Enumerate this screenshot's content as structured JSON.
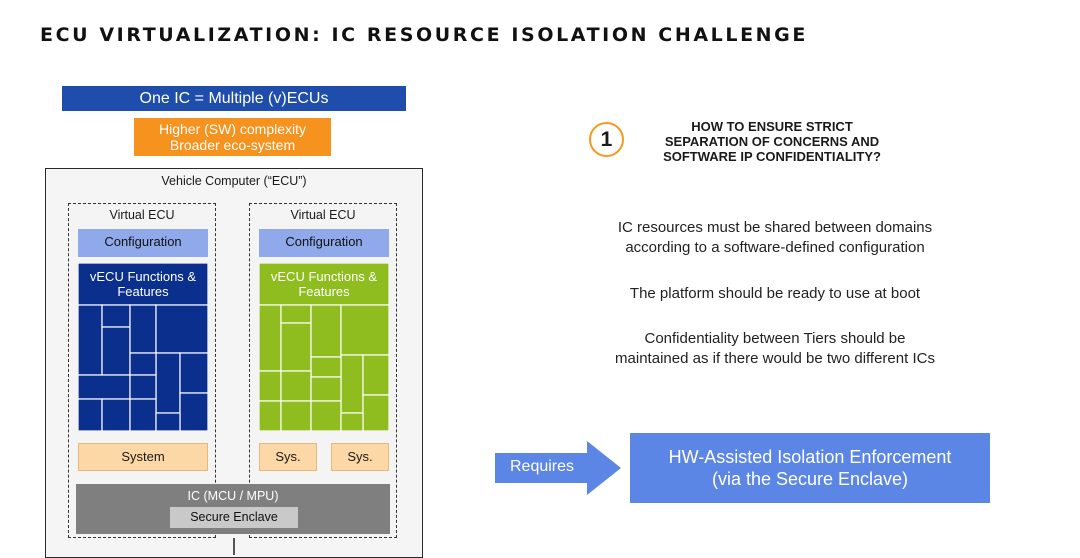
{
  "title": "ECU VIRTUALIZATION: IC RESOURCE ISOLATION CHALLENGE",
  "left": {
    "banner_blue": "One IC = Multiple (v)ECUs",
    "banner_orange_line1": "Higher (SW) complexity",
    "banner_orange_line2": "Broader eco-system",
    "outer_label": "Vehicle Computer (“ECU”)",
    "vecu_left": {
      "label": "Virtual ECU",
      "config": "Configuration",
      "func_line1": "vECU Functions &",
      "func_line2": "Features",
      "system": "System",
      "color": "#0b2f8c"
    },
    "vecu_right": {
      "label": "Virtual ECU",
      "config": "Configuration",
      "func_line1": "vECU Functions &",
      "func_line2": "Features",
      "sys1": "Sys.",
      "sys2": "Sys.",
      "color": "#8fbc1f"
    },
    "ic_label": "IC (MCU / MPU)",
    "enclave_label": "Secure Enclave"
  },
  "right": {
    "number": "1",
    "question_line1": "HOW TO ENSURE STRICT",
    "question_line2": "SEPARATION OF CONCERNS AND",
    "question_line3": "SOFTWARE IP CONFIDENTIALITY?",
    "stmt1_line1": "IC resources must be shared between domains",
    "stmt1_line2": "according to a software-defined configuration",
    "stmt2": "The platform should be ready to use at boot",
    "stmt3_line1": "Confidentiality between Tiers should be",
    "stmt3_line2": "maintained as if there would be two different ICs",
    "requires": "Requires",
    "hw_line1": "HW-Assisted Isolation Enforcement",
    "hw_line2": "(via the Secure Enclave)"
  },
  "colors": {
    "banner_blue": "#1f4dab",
    "banner_orange": "#f6921e",
    "config": "#8fa9ea",
    "system": "#fbd8a5",
    "ic": "#7f7f7f",
    "accent_circle": "#f39a1d",
    "hw_box": "#5b86e5"
  }
}
